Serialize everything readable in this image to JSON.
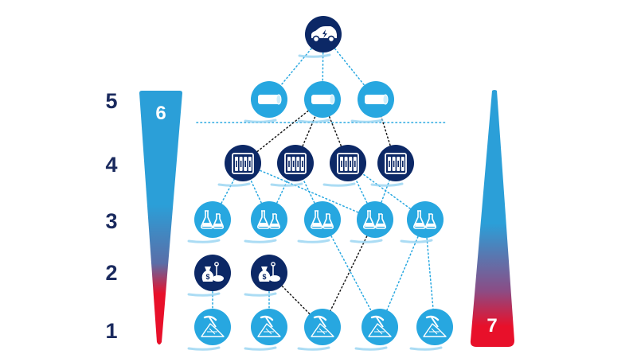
{
  "levels": [
    "1",
    "2",
    "3",
    "4",
    "5"
  ],
  "bars": {
    "left_label": "6",
    "right_label": "7"
  },
  "colors": {
    "navy": "#0c2866",
    "light_blue": "#27a7e0",
    "shadow_blue": "#8fd0f0",
    "red": "#e8102a",
    "bar_blue": "#2b9fd8",
    "line_dark": "#1a1a1a"
  },
  "nodes": {
    "car": {
      "icon": "electric-car-icon",
      "style": "navy"
    },
    "cells": [
      {
        "icon": "battery-cell-icon",
        "style": "light"
      },
      {
        "icon": "battery-cell-icon",
        "style": "light"
      },
      {
        "icon": "battery-cell-icon",
        "style": "light"
      }
    ],
    "modules": [
      {
        "icon": "battery-module-icon",
        "style": "navy"
      },
      {
        "icon": "battery-module-icon",
        "style": "navy"
      },
      {
        "icon": "battery-module-icon",
        "style": "navy"
      },
      {
        "icon": "battery-module-icon",
        "style": "navy"
      }
    ],
    "chemicals": [
      {
        "icon": "chemical-flask-icon",
        "style": "light"
      },
      {
        "icon": "chemical-flask-icon",
        "style": "light"
      },
      {
        "icon": "chemical-flask-icon",
        "style": "light"
      },
      {
        "icon": "chemical-flask-icon",
        "style": "light"
      },
      {
        "icon": "chemical-flask-icon",
        "style": "light"
      }
    ],
    "traders": [
      {
        "icon": "money-bag-icon",
        "style": "navy"
      },
      {
        "icon": "money-bag-icon",
        "style": "navy"
      }
    ],
    "mines": [
      {
        "icon": "mining-pickaxe-icon",
        "style": "light"
      },
      {
        "icon": "mining-pickaxe-icon",
        "style": "light"
      },
      {
        "icon": "mining-pickaxe-icon",
        "style": "light"
      },
      {
        "icon": "mining-pickaxe-icon",
        "style": "light"
      },
      {
        "icon": "mining-pickaxe-icon",
        "style": "light"
      }
    ]
  },
  "edges": [
    {
      "from": "car",
      "to": "cells.0",
      "style": "blue"
    },
    {
      "from": "car",
      "to": "cells.1",
      "style": "blue"
    },
    {
      "from": "car",
      "to": "cells.2",
      "style": "blue"
    },
    {
      "from": "modules.0",
      "to": "cells.1",
      "style": "dark"
    },
    {
      "from": "modules.1",
      "to": "cells.1",
      "style": "dark"
    },
    {
      "from": "modules.2",
      "to": "cells.1",
      "style": "dark"
    },
    {
      "from": "modules.3",
      "to": "cells.2",
      "style": "dark"
    },
    {
      "from": "chemicals.0",
      "to": "modules.0",
      "style": "blue"
    },
    {
      "from": "chemicals.1",
      "to": "modules.0",
      "style": "blue"
    },
    {
      "from": "chemicals.3",
      "to": "modules.0",
      "style": "blue"
    },
    {
      "from": "chemicals.1",
      "to": "modules.1",
      "style": "blue"
    },
    {
      "from": "chemicals.2",
      "to": "modules.1",
      "style": "blue"
    },
    {
      "from": "chemicals.3",
      "to": "modules.2",
      "style": "blue"
    },
    {
      "from": "chemicals.4",
      "to": "modules.2",
      "style": "blue"
    },
    {
      "from": "chemicals.3",
      "to": "modules.3",
      "style": "blue"
    },
    {
      "from": "traders.0",
      "to": "mines.0",
      "style": "blue"
    },
    {
      "from": "traders.1",
      "to": "mines.1",
      "style": "blue"
    },
    {
      "from": "traders.1",
      "to": "mines.2",
      "style": "dark"
    },
    {
      "from": "chemicals.3",
      "to": "mines.2",
      "style": "dark"
    },
    {
      "from": "chemicals.2",
      "to": "mines.3",
      "style": "blue"
    },
    {
      "from": "chemicals.4",
      "to": "mines.3",
      "style": "blue"
    },
    {
      "from": "chemicals.4",
      "to": "mines.4",
      "style": "blue"
    }
  ]
}
